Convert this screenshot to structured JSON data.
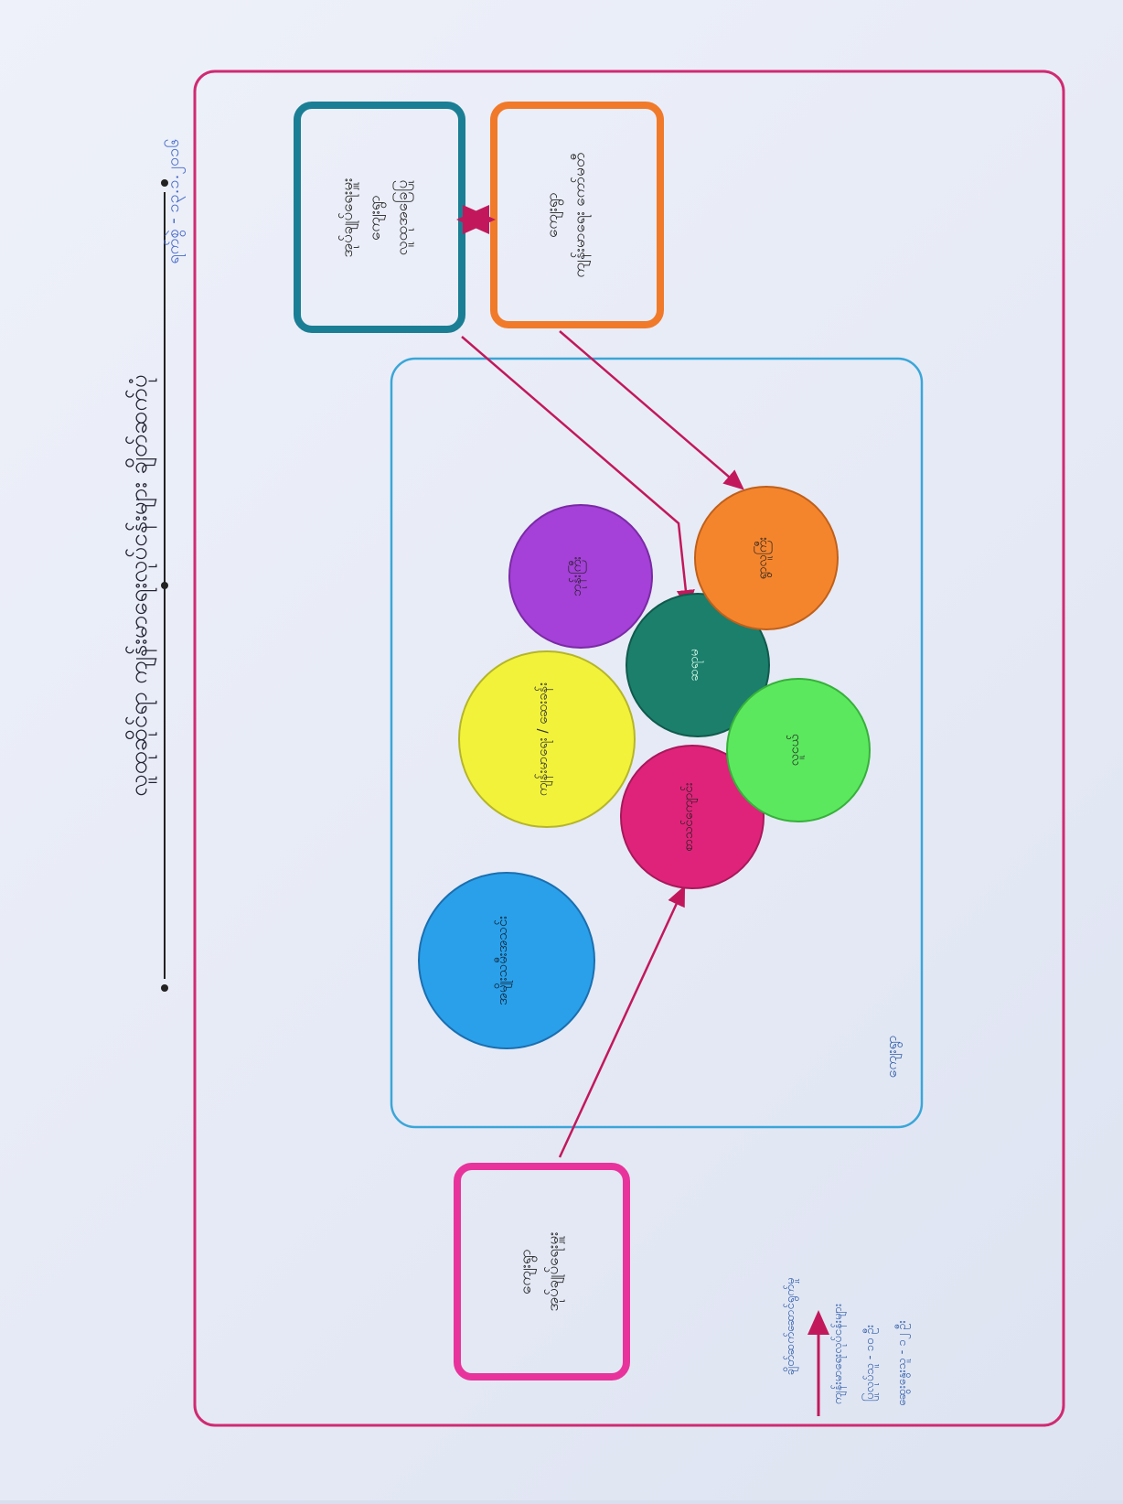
{
  "title": "လူထုဆိုင်ရာ ကျန်းမာရေးလုပ်ငန်းများ ချိတ်ဆက်ပုံ",
  "date": "ရက်စွဲ - ၁၃.၁.၂၀၁၆",
  "village_label": "ကျေးရွာ",
  "boxes": {
    "orange": {
      "line1": "ကျေးရွာ",
      "line2": "ကျန်းမာရေး ကော်မတီ",
      "color": "#f07a2a"
    },
    "blue": {
      "line1": "အုပ်ချုပ်ရေးမှူး",
      "line2": "ကျေးရွာ",
      "line3": "လူထုအခြေပြု",
      "color": "#1a7e94"
    },
    "pink": {
      "line1": "ကျေးရွာ",
      "line2": "အုပ်ချုပ်ရေးမှူး",
      "color": "#e8339c"
    }
  },
  "circles": [
    {
      "label": "အမျိုးသမီးအသင်း",
      "color": "#2aa0ea"
    },
    {
      "label": "ကျန်းမာရေး / ဆေးခန်း",
      "color": "#f2f23a"
    },
    {
      "label": "ဘုန်းကြီး",
      "color": "#a540d8"
    },
    {
      "label": "ဆရာမ",
      "color": "#1b7f6c"
    },
    {
      "label": "ရွာလူကြီး",
      "color": "#f5852d"
    },
    {
      "label": "စာသင်ကျောင်း",
      "color": "#e0237a"
    },
    {
      "label": "လူငယ်",
      "color": "#5be85e"
    }
  ],
  "legend": {
    "line1": "ချိတ်ဆက်ဆောင်ရွက်မှု",
    "line2": "ကျန်းမာရေးလုပ်ငန်းများ",
    "line3": "ပြုလုပ်သူ - ၁၀ ဦး",
    "line4": "ဆွေးနွေးသူ - ၁၂ ဦး",
    "arrow_color": "#c2185b"
  }
}
